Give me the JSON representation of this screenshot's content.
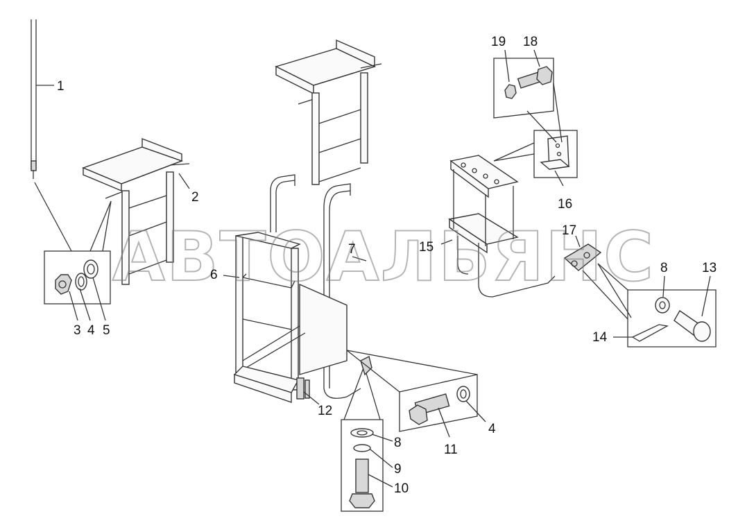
{
  "watermark": "АВТОАЛЬЯНС",
  "labels": {
    "l1": "1",
    "l2": "2",
    "l3": "3",
    "l4a": "4",
    "l5": "5",
    "l6": "6",
    "l7": "7",
    "l8a": "8",
    "l8b": "8",
    "l9": "9",
    "l10": "10",
    "l11": "11",
    "l4b": "4",
    "l12": "12",
    "l13": "13",
    "l14": "14",
    "l15": "15",
    "l16": "16",
    "l17": "17",
    "l18": "18",
    "l19": "19"
  },
  "colors": {
    "line": "#333333",
    "watermark": "#7a7a7a"
  }
}
